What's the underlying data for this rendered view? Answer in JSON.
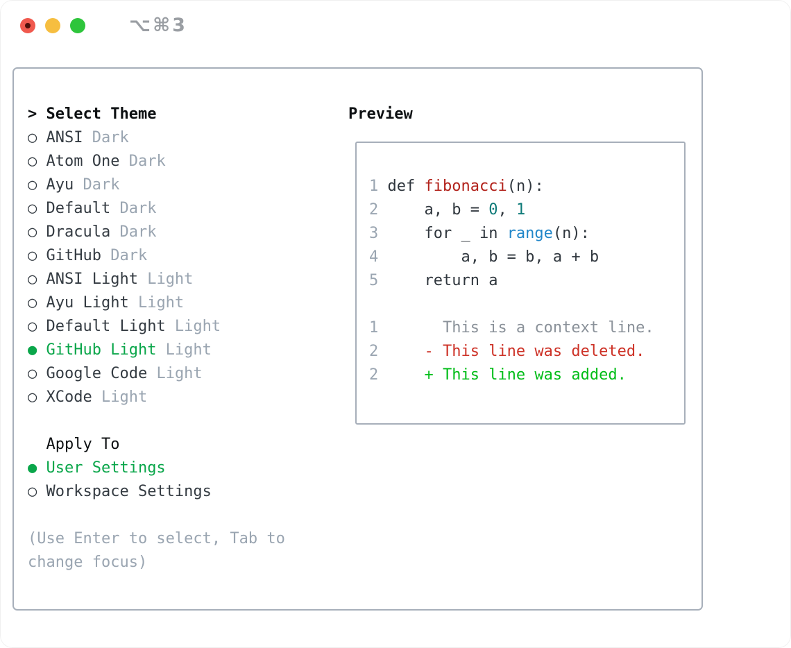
{
  "titlebar": {
    "shortcut": "⌥⌘3"
  },
  "theme_picker": {
    "prompt": ">",
    "title": "Select Theme",
    "items": [
      {
        "name": "ANSI",
        "variant": "Dark",
        "selected": false
      },
      {
        "name": "Atom One",
        "variant": "Dark",
        "selected": false
      },
      {
        "name": "Ayu",
        "variant": "Dark",
        "selected": false
      },
      {
        "name": "Default",
        "variant": "Dark",
        "selected": false
      },
      {
        "name": "Dracula",
        "variant": "Dark",
        "selected": false
      },
      {
        "name": "GitHub",
        "variant": "Dark",
        "selected": false
      },
      {
        "name": "ANSI Light",
        "variant": "Light",
        "selected": false
      },
      {
        "name": "Ayu Light",
        "variant": "Light",
        "selected": false
      },
      {
        "name": "Default Light",
        "variant": "Light",
        "selected": false
      },
      {
        "name": "GitHub Light",
        "variant": "Light",
        "selected": true
      },
      {
        "name": "Google Code",
        "variant": "Light",
        "selected": false
      },
      {
        "name": "XCode",
        "variant": "Light",
        "selected": false
      }
    ],
    "apply_to": {
      "title": "Apply To",
      "options": [
        {
          "name": "User Settings",
          "selected": true
        },
        {
          "name": "Workspace Settings",
          "selected": false
        }
      ]
    },
    "hint": "(Use Enter to select, Tab to change focus)"
  },
  "preview": {
    "title": "Preview",
    "code_lines": [
      {
        "no": "1",
        "segments": [
          {
            "t": "def ",
            "c": "default"
          },
          {
            "t": "fibonacci",
            "c": "function"
          },
          {
            "t": "(n):",
            "c": "default"
          }
        ]
      },
      {
        "no": "2",
        "segments": [
          {
            "t": "    a, b = ",
            "c": "default"
          },
          {
            "t": "0",
            "c": "number"
          },
          {
            "t": ", ",
            "c": "default"
          },
          {
            "t": "1",
            "c": "number"
          }
        ]
      },
      {
        "no": "3",
        "segments": [
          {
            "t": "    for _ in ",
            "c": "default"
          },
          {
            "t": "range",
            "c": "builtin"
          },
          {
            "t": "(n):",
            "c": "default"
          }
        ]
      },
      {
        "no": "4",
        "segments": [
          {
            "t": "        a, b = b, a + b",
            "c": "default"
          }
        ]
      },
      {
        "no": "5",
        "segments": [
          {
            "t": "    return a",
            "c": "default"
          }
        ]
      },
      {
        "no": "",
        "segments": []
      },
      {
        "no": "1",
        "segments": [
          {
            "t": "      This is a context line.",
            "c": "context"
          }
        ]
      },
      {
        "no": "2",
        "segments": [
          {
            "t": "    - This line was deleted.",
            "c": "deleted"
          }
        ]
      },
      {
        "no": "2",
        "segments": [
          {
            "t": "    + This line was added.",
            "c": "added"
          }
        ]
      }
    ]
  },
  "bullets": {
    "unselected": "○",
    "selected": "●"
  },
  "colors": {
    "selection_green": "#0aa64a",
    "added_green": "#00bd17",
    "deleted_red": "#cd3227",
    "function_red": "#b2221b",
    "number_teal": "#0d7a78",
    "builtin_blue": "#2287c9",
    "muted_gray": "#9aa5b1",
    "border_gray": "#a7afba",
    "traffic_red": "#f0594e",
    "traffic_yellow": "#f6be40",
    "traffic_green": "#2ec53c"
  }
}
